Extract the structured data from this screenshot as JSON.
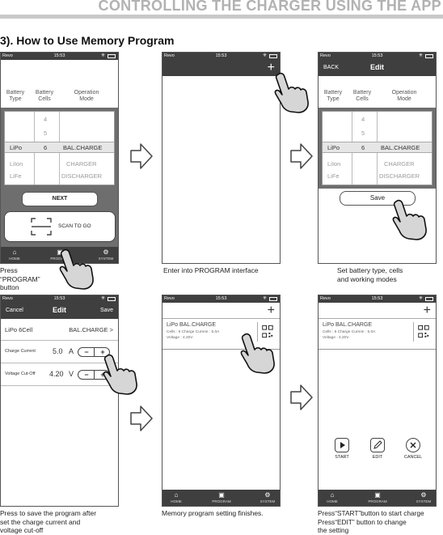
{
  "page_title": "CONTROLLING THE CHARGER USING THE APP",
  "section_title": "3). How to Use Memory Program",
  "status": {
    "carrier": "Revo",
    "time": "15:53"
  },
  "columns": {
    "type": "Battery Type",
    "cells": "Battery Cells",
    "mode": "Operation Mode"
  },
  "picker": {
    "types": [
      "LiPo",
      "LiIon",
      "LiFe"
    ],
    "cells": [
      "4",
      "5",
      "6"
    ],
    "modes": [
      "BAL.CHARGE",
      "CHARGER",
      "DISCHARGER"
    ]
  },
  "screen1": {
    "next_label": "NEXT",
    "scan_label": "SCAN TO GO"
  },
  "tabs": {
    "home": "HOME",
    "program": "PROGRAM",
    "system": "SYSTEM"
  },
  "edit_nav": {
    "back": "BACK",
    "cancel": "Cancel",
    "title": "Edit",
    "save": "Save"
  },
  "screen3": {
    "save_label": "Save"
  },
  "screen4": {
    "summary_left": "LiPo 6Cell",
    "summary_right": "BAL.CHARGE >",
    "current_label": "Charge Current",
    "current_value": "5.0",
    "current_unit": "A",
    "voltage_label": "Voltage Cut-Off",
    "voltage_value": "4.20",
    "voltage_unit": "V"
  },
  "program_card": {
    "title": "LiPo BAL.CHARGE",
    "line1": "Cells : 6   Charge Currein : 5.0A",
    "line2": "Voltage : 4.20V"
  },
  "actions": {
    "start": "START",
    "edit": "EDIT",
    "cancel": "CANCEL"
  },
  "captions": {
    "c1_line1": "Press",
    "c1_line2": "“PROGRAM”",
    "c1_line3": "button",
    "c2": "Enter into PROGRAM interface",
    "c3_line1": "Set battery type, cells",
    "c3_line2": "and working modes",
    "c4_line1": "Press to save the program after",
    "c4_line2": "set the charge current and",
    "c4_line3": "voltage cut-off",
    "c5": "Memory program setting finishes.",
    "c6_line1": "Press“START”button to start charge",
    "c6_line2": "Press“EDIT” button to change",
    "c6_line3": "the setting"
  }
}
